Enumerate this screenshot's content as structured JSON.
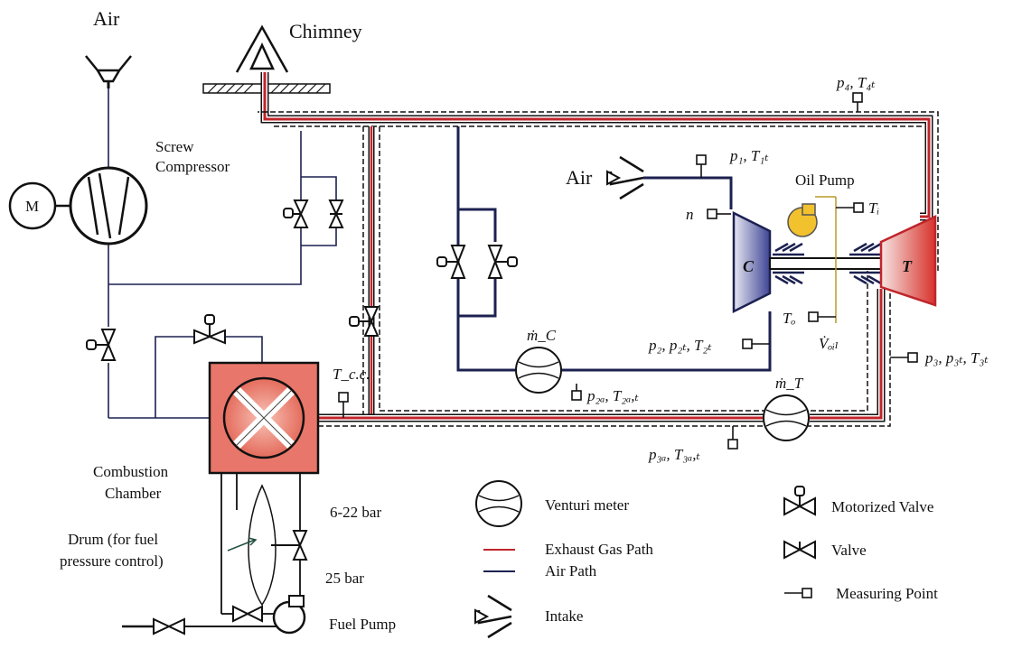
{
  "labels": {
    "air_top": "Air",
    "chimney": "Chimney",
    "screw_compressor_1": "Screw",
    "screw_compressor_2": "Compressor",
    "motor": "M",
    "air_intake": "Air",
    "oil_pump": "Oil Pump",
    "compressor": "C",
    "turbine": "T",
    "combustion_chamber_1": "Combustion",
    "combustion_chamber_2": "Chamber",
    "drum_1": "Drum (for fuel",
    "drum_2": "pressure control)",
    "pressure_high": "6-22 bar",
    "pressure_pump": "25 bar",
    "fuel_pump": "Fuel Pump"
  },
  "measurements": {
    "p4_T4t": "p₄, T₄ₜ",
    "p1_T1t": "p₁, T₁ₜ",
    "n": "n",
    "Ti": "Tᵢ",
    "To": "Tₒ",
    "Voil": "V̇ₒᵢₗ",
    "p2_p2t_T2t": "p₂, p₂ₜ, T₂ₜ",
    "mC": "ṁ_C",
    "p2a_T2at": "p₂ₐ, T₂ₐ,ₜ",
    "Tcc": "T_c.c.",
    "mT": "ṁ_T",
    "p3_p3t_T3t": "p₃, p₃ₜ, T₃ₜ",
    "p3a_T3at": "p₃ₐ, T₃ₐ,ₜ"
  },
  "legend": {
    "venturi": "Venturi meter",
    "exhaust": "Exhaust Gas Path",
    "air": "Air Path",
    "intake": "Intake",
    "motorized_valve": "Motorized Valve",
    "valve": "Valve",
    "measuring_point": "Measuring Point"
  },
  "colors": {
    "exhaust": "#c0252b",
    "air": "#1c2150",
    "compressor_fill": "#4a4f9a",
    "turbine_fill": "#e0473f",
    "chamber_fill": "#e8766a",
    "oil_pump": "#f2c12e"
  }
}
